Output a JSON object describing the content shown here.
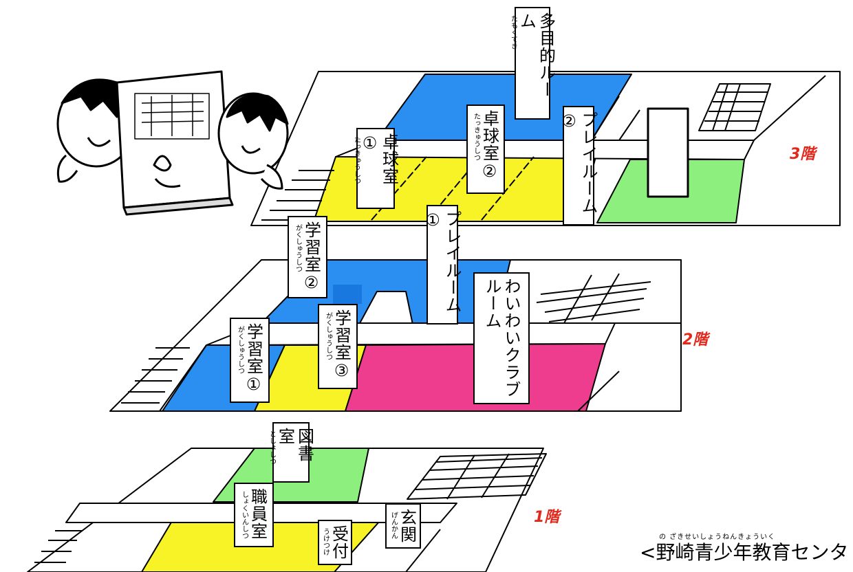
{
  "floors": [
    {
      "id": "3f",
      "tag": "3階"
    },
    {
      "id": "2f",
      "tag": "2階"
    },
    {
      "id": "1f",
      "tag": "1階"
    }
  ],
  "rooms": {
    "tamokuteki": {
      "name": "多目的ルーム",
      "ruby": "たもくてき"
    },
    "takkyu2": {
      "name": "卓球室②",
      "ruby": "たっきゅうしつ"
    },
    "takkyu1": {
      "name": "卓球室①",
      "ruby": "たっきゅうしつ"
    },
    "playroom2": {
      "name": "プレイルーム②",
      "ruby": ""
    },
    "playroom1": {
      "name": "プレイルーム①",
      "ruby": ""
    },
    "gakushu2": {
      "name": "学習室②",
      "ruby": "がくしゅうしつ"
    },
    "gakushu1": {
      "name": "学習室①",
      "ruby": "がくしゅうしつ"
    },
    "gakushu3": {
      "name": "学習室③",
      "ruby": "がくしゅうしつ"
    },
    "waiwai": {
      "name": "わいわいクラブルーム",
      "ruby": ""
    },
    "toshoshitsu": {
      "name": "図書室",
      "ruby": "としょしつ"
    },
    "shokuinshitsu": {
      "name": "職員室",
      "ruby": "しょくいんしつ"
    },
    "uketsuke": {
      "name": "受付",
      "ruby": "うけつけ"
    },
    "genkan": {
      "name": "玄関",
      "ruby": "げんかん"
    }
  },
  "caption": {
    "text": "<野崎青少年教育センタ",
    "ruby": "の ざきせいしょうねんきょういく"
  },
  "colors": {
    "blue": "#2a8ff0",
    "yellow": "#f7f326",
    "green": "#8df07e",
    "magenta": "#ee3d8f",
    "floor_tag": "#e3281b",
    "outline": "#000000"
  }
}
